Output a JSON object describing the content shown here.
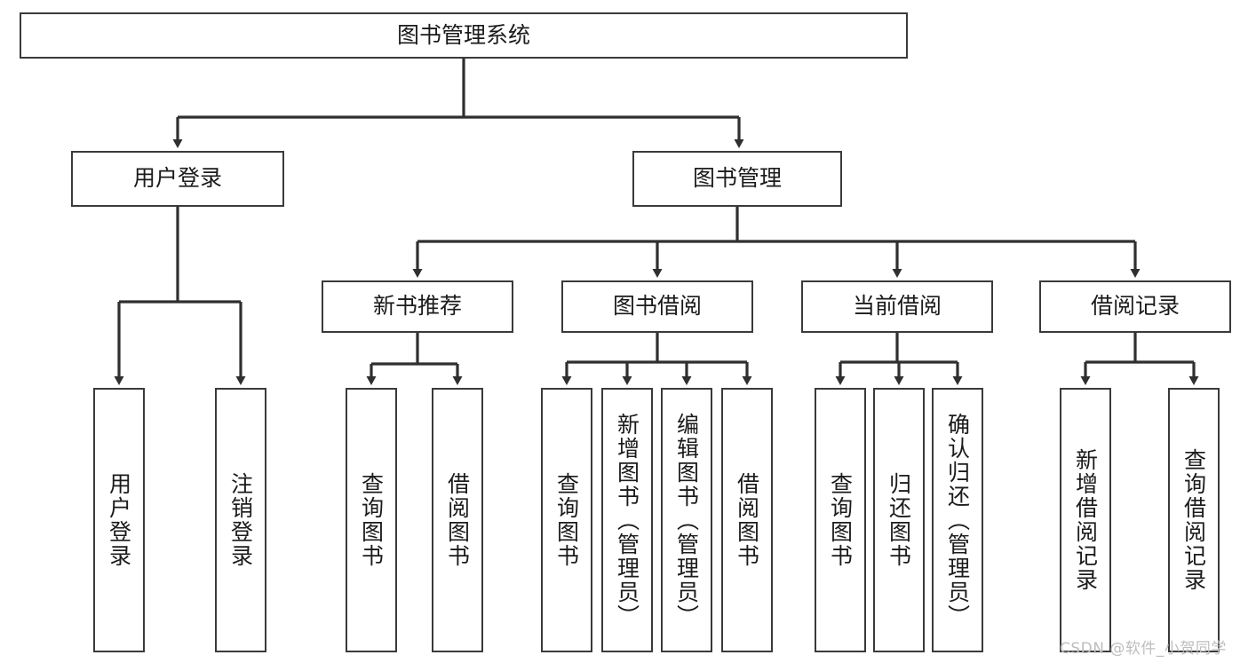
{
  "diagram": {
    "title": "图书管理系统",
    "type": "hierarchy-tree",
    "root": {
      "id": "root",
      "label": "图书管理系统",
      "orientation": "horizontal"
    },
    "level2": [
      {
        "id": "user-login",
        "label": "用户登录",
        "orientation": "horizontal"
      },
      {
        "id": "book-manage",
        "label": "图书管理",
        "orientation": "horizontal"
      }
    ],
    "level3": [
      {
        "id": "new-book-rec",
        "label": "新书推荐",
        "orientation": "horizontal",
        "parent": "book-manage"
      },
      {
        "id": "book-borrow",
        "label": "图书借阅",
        "orientation": "horizontal",
        "parent": "book-manage"
      },
      {
        "id": "current-borrow",
        "label": "当前借阅",
        "orientation": "horizontal",
        "parent": "book-manage"
      },
      {
        "id": "borrow-record",
        "label": "借阅记录",
        "orientation": "horizontal",
        "parent": "book-manage"
      }
    ],
    "leaves": [
      {
        "id": "leaf-user-login",
        "label": "用户登录",
        "parent": "user-login"
      },
      {
        "id": "leaf-user-logout",
        "label": "注销登录",
        "parent": "user-login"
      },
      {
        "id": "leaf-query-book-1",
        "label": "查询图书",
        "parent": "new-book-rec"
      },
      {
        "id": "leaf-borrow-book-1",
        "label": "借阅图书",
        "parent": "new-book-rec"
      },
      {
        "id": "leaf-query-book-2",
        "label": "查询图书",
        "parent": "book-borrow"
      },
      {
        "id": "leaf-add-book",
        "label": "新增图书（管理员）",
        "parent": "book-borrow"
      },
      {
        "id": "leaf-edit-book",
        "label": "编辑图书（管理员）",
        "parent": "book-borrow"
      },
      {
        "id": "leaf-borrow-book-2",
        "label": "借阅图书",
        "parent": "book-borrow"
      },
      {
        "id": "leaf-query-book-3",
        "label": "查询图书",
        "parent": "current-borrow"
      },
      {
        "id": "leaf-return-book",
        "label": "归还图书",
        "parent": "current-borrow"
      },
      {
        "id": "leaf-confirm-return",
        "label": "确认归还（管理员）",
        "parent": "current-borrow"
      },
      {
        "id": "leaf-add-record",
        "label": "新增借阅记录",
        "parent": "borrow-record"
      },
      {
        "id": "leaf-query-record",
        "label": "查询借阅记录",
        "parent": "borrow-record"
      }
    ],
    "colors": {
      "border": "#3a3a3a",
      "connector": "#2f2f2f",
      "background": "#ffffff",
      "text": "#1b1b1b",
      "watermark": "#bdbdbd"
    }
  },
  "watermark": {
    "text": "CSDN @软件_小贺同学"
  }
}
